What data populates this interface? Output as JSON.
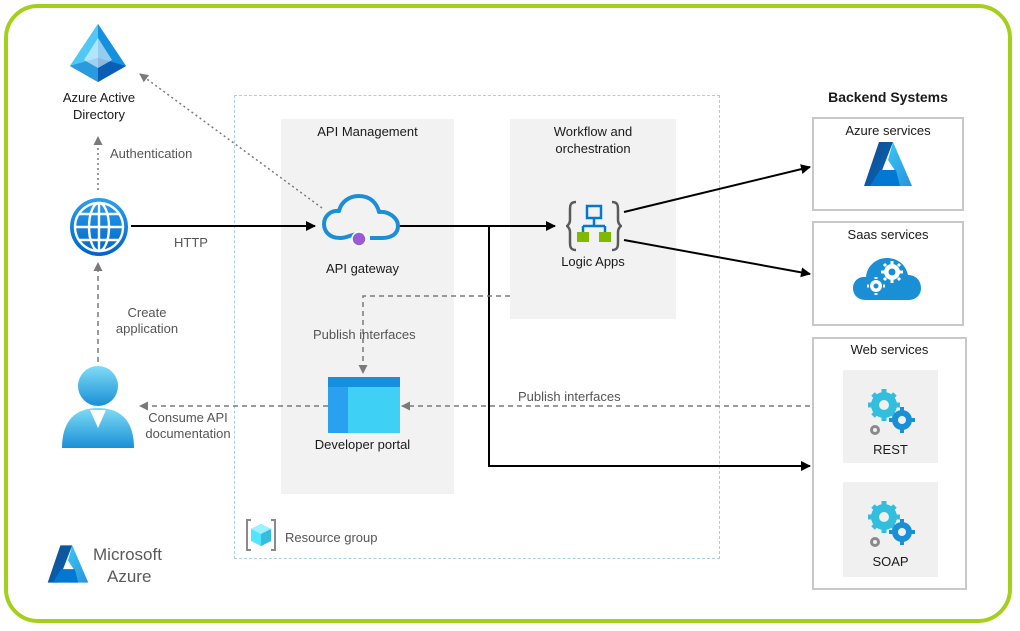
{
  "nodes": {
    "aad": {
      "label_line1": "Azure Active",
      "label_line2": "Directory"
    },
    "web": {},
    "user": {},
    "api_management": {
      "title": "API Management"
    },
    "api_gateway": {
      "label": "API gateway"
    },
    "developer_portal": {
      "label": "Developer portal"
    },
    "workflow": {
      "title_line1": "Workflow and",
      "title_line2": "orchestration"
    },
    "logic_apps": {
      "label": "Logic Apps"
    },
    "resource_group": {
      "label": "Resource group"
    },
    "backend": {
      "title": "Backend Systems",
      "azure_services": "Azure services",
      "saas_services": "Saas services",
      "web_services": "Web services",
      "rest": "REST",
      "soap": "SOAP"
    }
  },
  "edges": {
    "authentication": "Authentication",
    "http": "HTTP",
    "create_application_line1": "Create",
    "create_application_line2": "application",
    "publish_interfaces_left": "Publish interfaces",
    "publish_interfaces_right": "Publish interfaces",
    "consume_line1": "Consume API",
    "consume_line2": "documentation"
  },
  "logo": {
    "line1": "Microsoft",
    "line2": "Azure"
  },
  "colors": {
    "frame": "#a4cf1b",
    "azure_blue": "#0078d4",
    "light_blue": "#50e6ff",
    "green": "#7fba00",
    "panel": "#f2f2f2",
    "dashed_rg": "#a9cfe6",
    "arrow_gray": "#7a7a7a"
  },
  "icons": [
    "azure-ad-icon",
    "globe-icon",
    "user-icon",
    "cloud-gateway-icon",
    "developer-portal-icon",
    "logic-apps-icon",
    "azure-logo-icon",
    "saas-cloud-gears-icon",
    "gears-icon",
    "resource-group-icon"
  ]
}
